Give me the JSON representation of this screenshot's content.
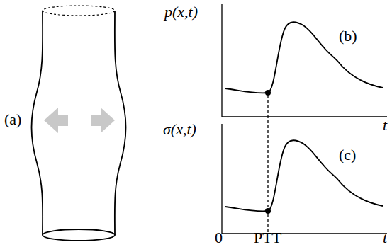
{
  "diagram": {
    "labels": [
      "(a)",
      "p(x,t)",
      "(b)",
      "t",
      "σ(x,t)",
      "(c)",
      "t",
      "0",
      "PTT"
    ]
  }
}
